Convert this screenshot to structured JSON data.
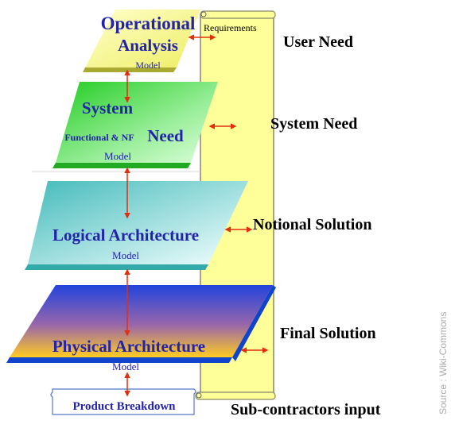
{
  "layers": {
    "operational": {
      "line1": "Operational",
      "line2": "Analysis",
      "sub": "Model"
    },
    "system": {
      "title": "System",
      "sub_small": "Functional & NF",
      "need": "Need",
      "sub": "Model"
    },
    "logical": {
      "title": "Logical Architecture",
      "sub": "Model"
    },
    "physical": {
      "title": "Physical Architecture",
      "sub": "Model"
    },
    "product": {
      "title": "Product Breakdown"
    }
  },
  "requirements_label": "Requirements",
  "side_labels": {
    "user_need": "User Need",
    "system_need": "System Need",
    "notional": "Notional Solution",
    "final": "Final Solution",
    "subcontractors": "Sub-contractors input"
  },
  "source": "Source : Wiki-Commons",
  "colors": {
    "title_blue": "#2222aa",
    "arrow_red": "#e03010",
    "scroll_fill": "#ffff99",
    "operational_fill": "#ffff99",
    "system_fill": "#33dd33",
    "logical_fill": "#66cccc",
    "physical_top": "#2255dd",
    "physical_bottom": "#ffcc33"
  }
}
